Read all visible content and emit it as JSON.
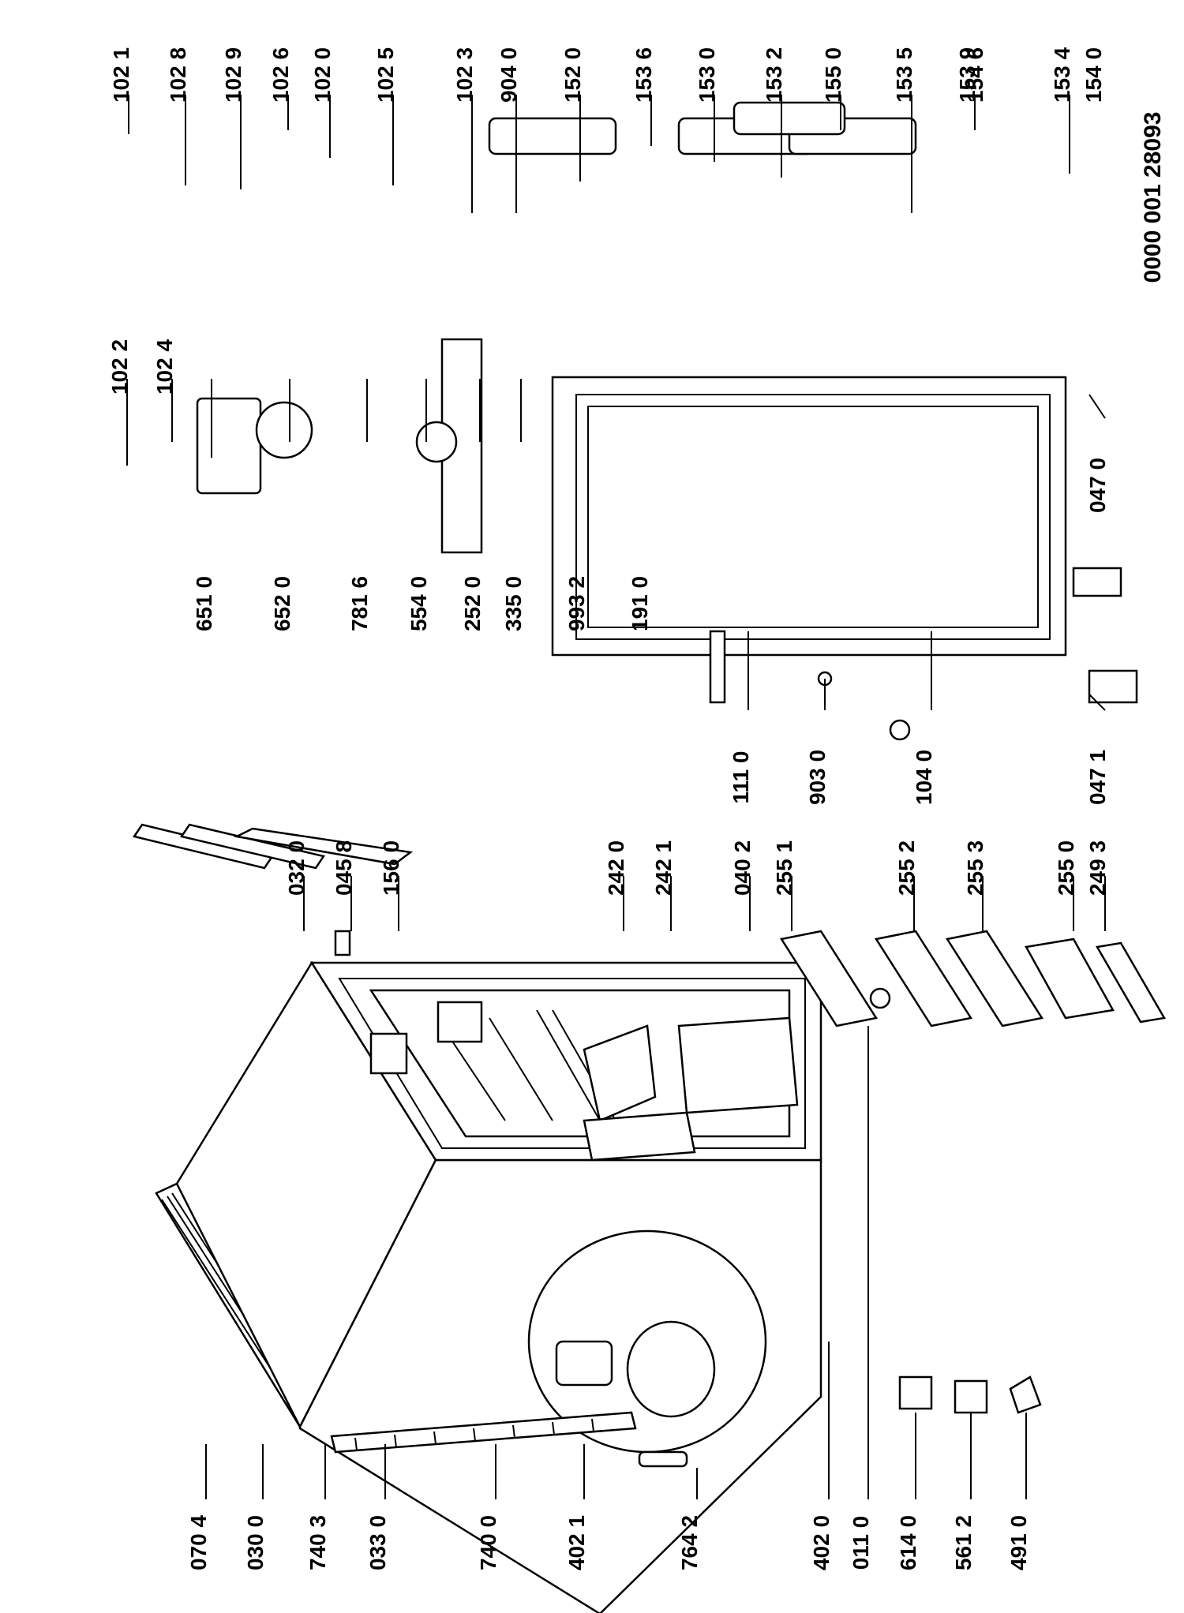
{
  "diagram": {
    "drawing_code": "0000 001 28093",
    "callouts": [
      {
        "id": "102-1",
        "text": "102 1"
      },
      {
        "id": "102-8",
        "text": "102 8"
      },
      {
        "id": "102-9",
        "text": "102 9"
      },
      {
        "id": "102-6",
        "text": "102 6"
      },
      {
        "id": "102-0",
        "text": "102 0"
      },
      {
        "id": "102-5",
        "text": "102 5"
      },
      {
        "id": "102-3",
        "text": "102 3"
      },
      {
        "id": "904-0",
        "text": "904 0"
      },
      {
        "id": "152-0",
        "text": "152 0"
      },
      {
        "id": "153-6",
        "text": "153 6"
      },
      {
        "id": "153-0",
        "text": "153 0"
      },
      {
        "id": "153-2",
        "text": "153 2"
      },
      {
        "id": "155-0",
        "text": "155 0"
      },
      {
        "id": "153-5",
        "text": "153 5"
      },
      {
        "id": "153-9",
        "text": "153 9"
      },
      {
        "id": "153-4",
        "text": "153 4"
      },
      {
        "id": "154-6",
        "text": "154 6"
      },
      {
        "id": "154-0",
        "text": "154 0"
      },
      {
        "id": "102-2",
        "text": "102 2"
      },
      {
        "id": "102-4",
        "text": "102 4"
      },
      {
        "id": "651-0",
        "text": "651 0"
      },
      {
        "id": "652-0",
        "text": "652 0"
      },
      {
        "id": "781-6",
        "text": "781 6"
      },
      {
        "id": "554-0",
        "text": "554 0"
      },
      {
        "id": "252-0",
        "text": "252 0"
      },
      {
        "id": "335-0",
        "text": "335 0"
      },
      {
        "id": "993-2",
        "text": "993 2"
      },
      {
        "id": "191-0",
        "text": "191 0"
      },
      {
        "id": "111-0",
        "text": "111 0"
      },
      {
        "id": "903-0",
        "text": "903 0"
      },
      {
        "id": "104-0",
        "text": "104 0"
      },
      {
        "id": "047-0",
        "text": "047 0"
      },
      {
        "id": "047-1",
        "text": "047 1"
      },
      {
        "id": "032-0",
        "text": "032 0"
      },
      {
        "id": "045-8",
        "text": "045 8"
      },
      {
        "id": "156-0",
        "text": "156 0"
      },
      {
        "id": "242-0",
        "text": "242 0"
      },
      {
        "id": "242-1",
        "text": "242 1"
      },
      {
        "id": "040-2",
        "text": "040 2"
      },
      {
        "id": "255-1",
        "text": "255 1"
      },
      {
        "id": "255-2",
        "text": "255 2"
      },
      {
        "id": "255-3",
        "text": "255 3"
      },
      {
        "id": "255-0",
        "text": "255 0"
      },
      {
        "id": "249-3",
        "text": "249 3"
      },
      {
        "id": "070-4",
        "text": "070 4"
      },
      {
        "id": "030-0",
        "text": "030 0"
      },
      {
        "id": "740-3",
        "text": "740 3"
      },
      {
        "id": "033-0",
        "text": "033 0"
      },
      {
        "id": "740-0",
        "text": "740 0"
      },
      {
        "id": "402-1",
        "text": "402 1"
      },
      {
        "id": "764-2",
        "text": "764 2"
      },
      {
        "id": "402-0",
        "text": "402 0"
      },
      {
        "id": "011-0",
        "text": "011 0"
      },
      {
        "id": "614-0",
        "text": "614 0"
      },
      {
        "id": "561-2",
        "text": "561 2"
      },
      {
        "id": "491-0",
        "text": "491 0"
      }
    ]
  }
}
